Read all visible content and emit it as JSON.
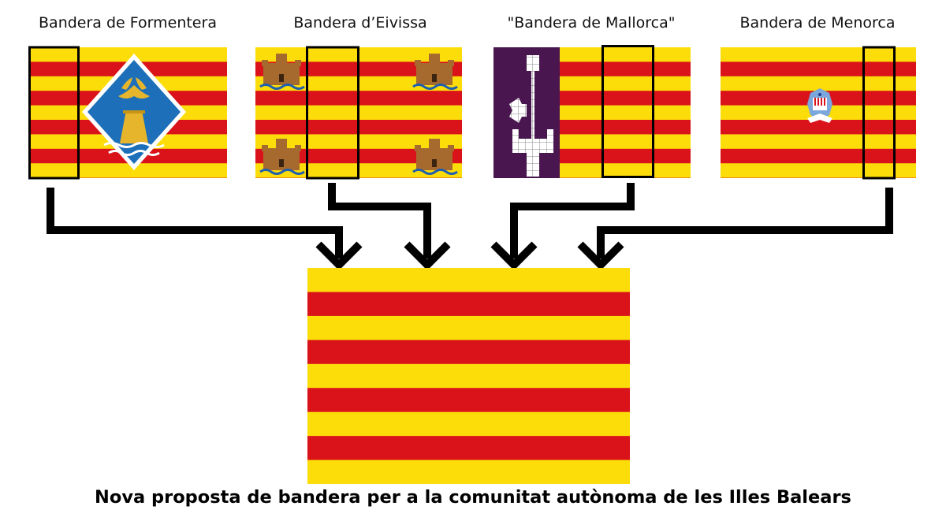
{
  "flags": [
    {
      "id": "formentera",
      "label": "Bandera de Formentera"
    },
    {
      "id": "eivissa",
      "label": "Bandera d’Eivissa"
    },
    {
      "id": "mallorca",
      "label": "\"Bandera de Mallorca\""
    },
    {
      "id": "menorca",
      "label": "Bandera de Menorca"
    }
  ],
  "proposal": {
    "caption": "Nova proposta de bandera per a la comunitat autònoma de les Illes Balears"
  },
  "colors": {
    "stripe_yellow": "#FCDD09",
    "stripe_red": "#DA121A",
    "mallorca_purple": "#4A1650",
    "formentera_blue": "#1C6FB8",
    "formentera_gold": "#E7B52C",
    "eivissa_castle": "#A66A2E",
    "menorca_blue": "#7BA7DC",
    "arrow_black": "#000000"
  },
  "icons": [
    "formentera-coat-of-arms-icon",
    "eivissa-castle-icon",
    "mallorca-castle-icon",
    "menorca-coat-of-arms-icon",
    "arrow-down-icon"
  ]
}
